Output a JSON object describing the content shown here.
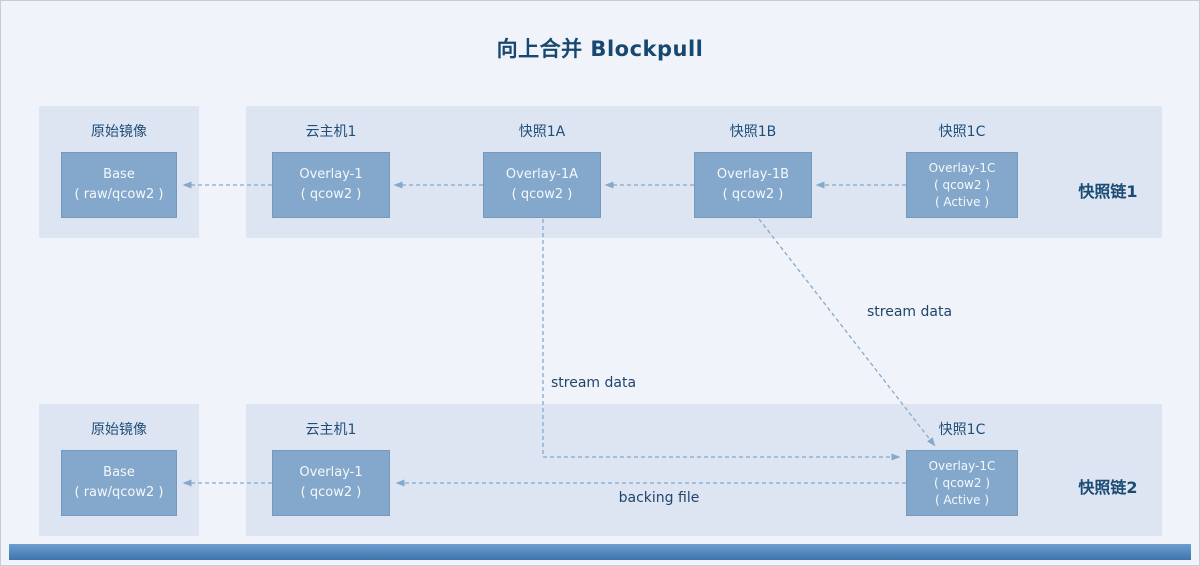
{
  "title": "向上合并 Blockpull",
  "colors": {
    "accent_navy": "#17486f",
    "node_fill": "#84a8cb",
    "panel_fill": "#dde5f2",
    "connector": "#84a9cd",
    "bottom_bar_top": "#6d9ed2",
    "bottom_bar_bottom": "#3e74ab"
  },
  "chain1": {
    "chain_label": "快照链1",
    "source": {
      "heading": "原始镜像",
      "node": {
        "line1": "Base",
        "line2": "( raw/qcow2 )"
      }
    },
    "headings": [
      "云主机1",
      "快照1A",
      "快照1B",
      "快照1C"
    ],
    "nodes": [
      {
        "line1": "Overlay-1",
        "line2": "( qcow2 )"
      },
      {
        "line1": "Overlay-1A",
        "line2": "( qcow2 )"
      },
      {
        "line1": "Overlay-1B",
        "line2": "( qcow2 )"
      },
      {
        "line1": "Overlay-1C",
        "line2": "( qcow2 )",
        "line3": "( Active )"
      }
    ]
  },
  "chain2": {
    "chain_label": "快照链2",
    "source": {
      "heading": "原始镜像",
      "node": {
        "line1": "Base",
        "line2": "( raw/qcow2 )"
      }
    },
    "headings": [
      "云主机1",
      "快照1C"
    ],
    "nodes": [
      {
        "line1": "Overlay-1",
        "line2": "( qcow2 )"
      },
      {
        "line1": "Overlay-1C",
        "line2": "( qcow2 )",
        "line3": "( Active )"
      }
    ]
  },
  "annotations": {
    "stream_data_left": "stream data",
    "stream_data_right": "stream data",
    "backing_file": "backing file"
  }
}
